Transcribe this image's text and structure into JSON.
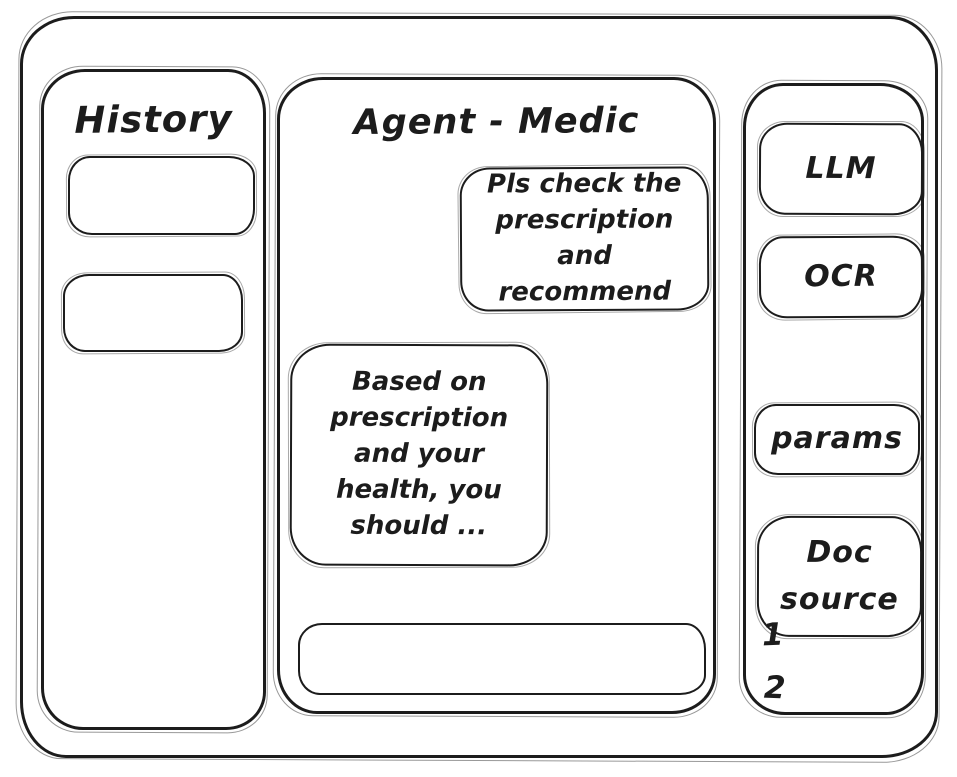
{
  "colors": {
    "ink": "#1c1c1c",
    "background": "#ffffff"
  },
  "history_panel": {
    "title": "History",
    "items": [
      {
        "label": ""
      },
      {
        "label": ""
      }
    ]
  },
  "chat_panel": {
    "title": "Agent - Medic",
    "messages": [
      {
        "sender": "user",
        "text": "Pls check the prescription and recommend"
      },
      {
        "sender": "agent",
        "text": "Based on prescription and your health, you should ..."
      }
    ],
    "input": {
      "value": "",
      "placeholder": ""
    }
  },
  "tools_panel": {
    "buttons": [
      {
        "label": "LLM"
      },
      {
        "label": "OCR"
      },
      {
        "label": "params"
      },
      {
        "label": "Doc source"
      }
    ],
    "doc_source_items": [
      "1",
      "2"
    ]
  }
}
